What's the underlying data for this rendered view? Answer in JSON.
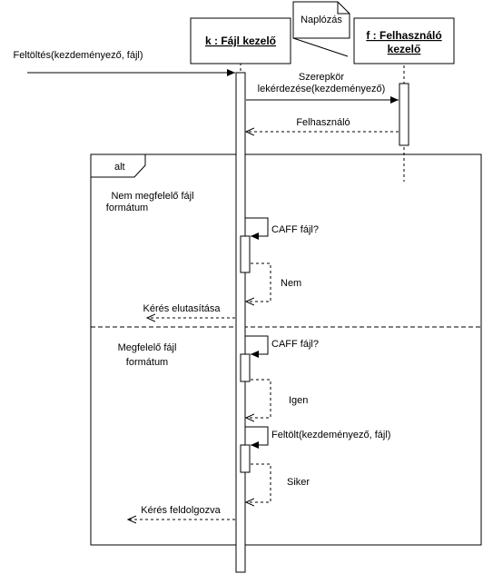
{
  "participants": {
    "k": {
      "label": "k : Fájl kezelő"
    },
    "f": {
      "label_line1": "f : Felhasználó",
      "label_line2": "kezelő"
    }
  },
  "note": {
    "label": "Naplózás"
  },
  "messages": {
    "upload": "Feltöltés(kezdeményező, fájl)",
    "role_query_line1": "Szerepkör",
    "role_query_line2": "lekérdezése(kezdeményező)",
    "user_return": "Felhasználó",
    "caff_check_1": "CAFF fájl?",
    "answer_no": "Nem",
    "reject": "Kérés elutasítása",
    "caff_check_2": "CAFF fájl?",
    "answer_yes": "Igen",
    "do_upload": "Feltölt(kezdeményező, fájl)",
    "answer_success": "Siker",
    "processed": "Kérés feldolgozva"
  },
  "fragment": {
    "keyword": "alt",
    "guard1_line1": "Nem megfelelő fájl",
    "guard1_line2": "formátum",
    "guard2_line1": "Megfelelő fájl",
    "guard2_line2": "formátum"
  },
  "colors": {
    "stroke": "#000000",
    "background": "#ffffff"
  }
}
